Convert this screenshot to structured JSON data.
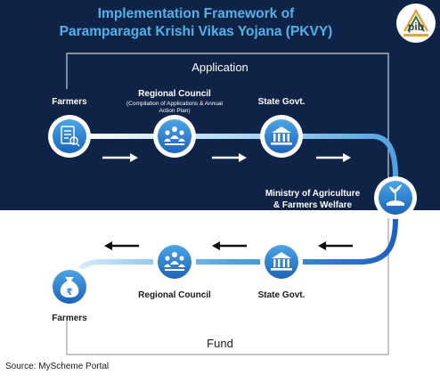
{
  "title": {
    "line1": "Implementation Framework of",
    "line2": "Paramparagat Krishi Vikas Yojana (PKVY)"
  },
  "logo": {
    "icon": "pib-logo",
    "text": "pib"
  },
  "sections": {
    "application": "Application",
    "fund": "Fund"
  },
  "application_flow": [
    {
      "label": "Farmers",
      "sublabel": "",
      "icon": "document-search-icon"
    },
    {
      "label": "Regional Council",
      "sublabel": "(Compilation of Applications & Annual Action Plan)",
      "icon": "group-icon"
    },
    {
      "label": "State Govt.",
      "sublabel": "",
      "icon": "government-building-icon"
    }
  ],
  "ministry": {
    "label_line1": "Ministry of Agriculture",
    "label_line2": "& Farmers Welfare",
    "icon": "agriculture-icon"
  },
  "fund_flow": [
    {
      "label": "State Govt.",
      "icon": "government-building-icon"
    },
    {
      "label": "Regional Council",
      "icon": "group-icon"
    },
    {
      "label": "Farmers",
      "icon": "rupee-bag-icon"
    }
  ],
  "arrows": {
    "direction_top": "right",
    "direction_bottom": "left"
  },
  "source": "Source: MyScheme Portal",
  "colors": {
    "dark_background": "#0f2347",
    "title": "#4fb3ea",
    "path_light": "#dff1fd",
    "path_blue": "#4ea3df",
    "path_deep": "#1f5fbf",
    "circle_fill": "#2e86d4",
    "bracket_dark": "#c9cfd8",
    "bracket_light": "#9aa3ad"
  }
}
